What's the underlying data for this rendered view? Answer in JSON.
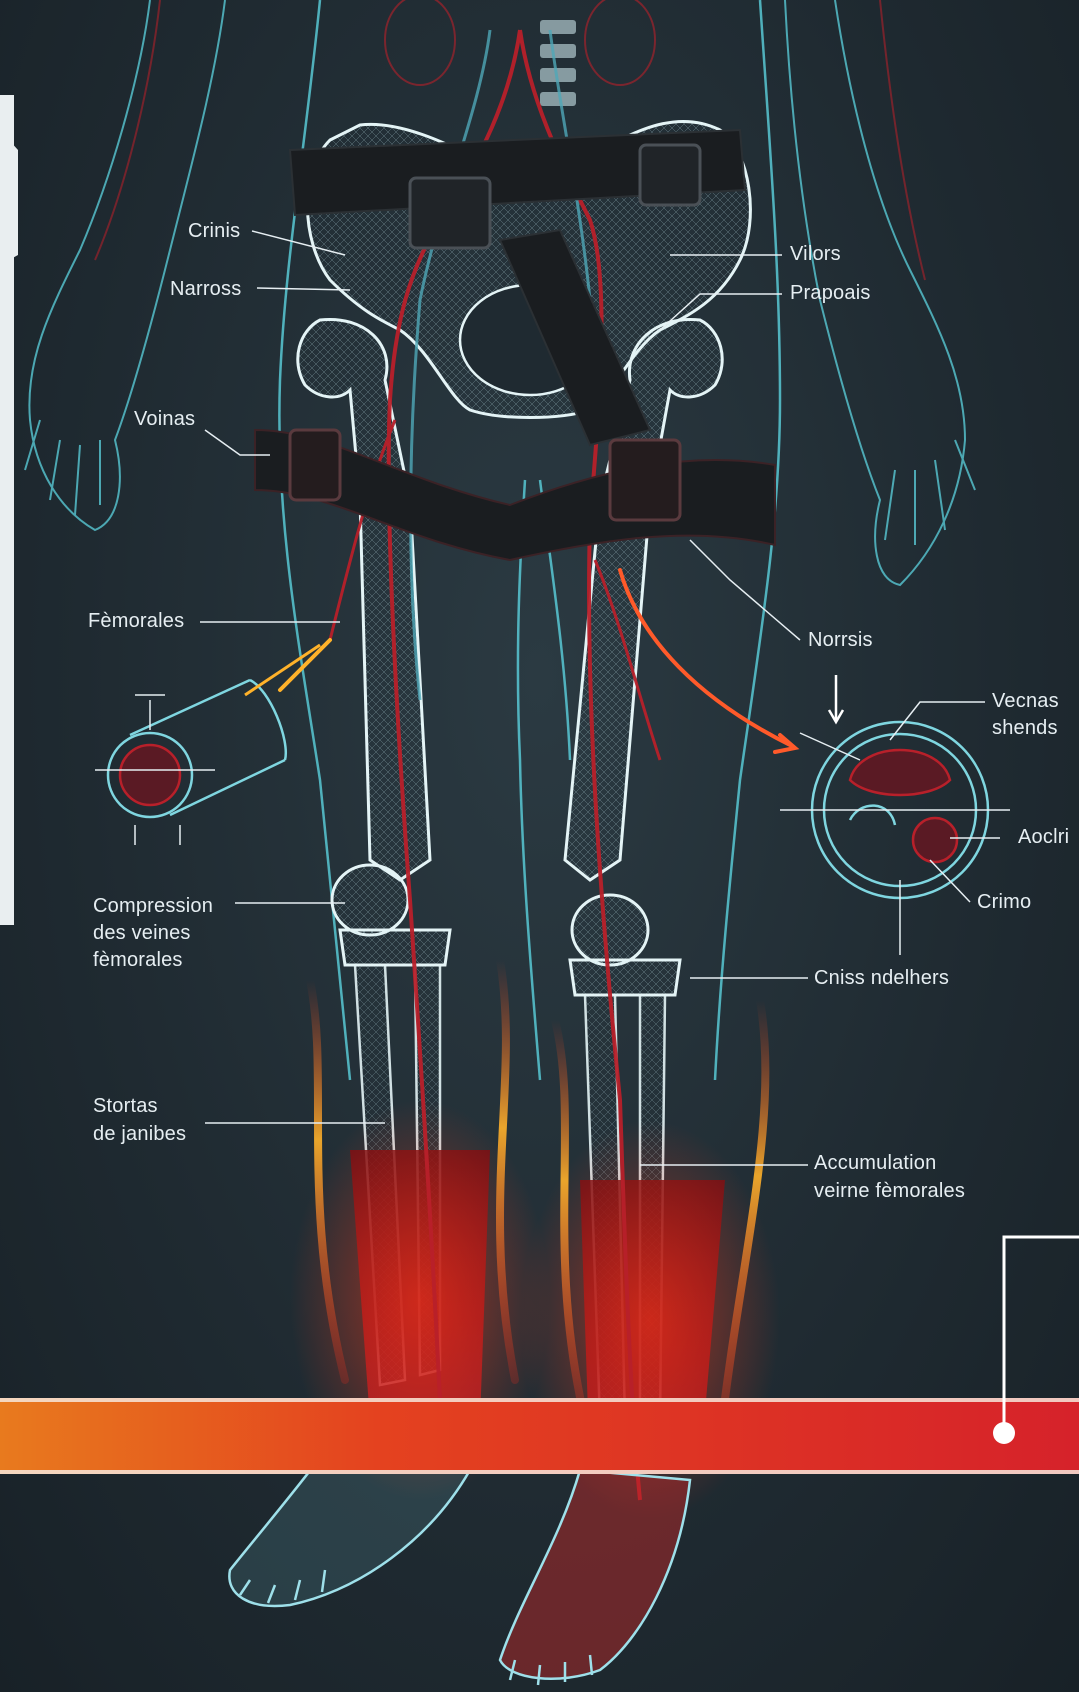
{
  "labels": {
    "crinis": "Crinis",
    "narross": "Narross",
    "voinas": "Voinas",
    "femorales": "Fèmorales",
    "compression_line1": "Compression",
    "compression_line2": "des veines",
    "compression_line3": "fèmorales",
    "stortas_line1": "Stortas",
    "stortas_line2": "de janibes",
    "vilors": "Vilors",
    "prapoais": "Prapoais",
    "norrsis": "Norrsis",
    "vecnas_line1": "Vecnas",
    "vecnas_line2": "shends",
    "aoclri": "Aoclri",
    "crimo": "Crimo",
    "cniss": "Cniss ndelhers",
    "accumulation_line1": "Accumulation",
    "accumulation_line2": "veirne fèmorales"
  },
  "colors": {
    "background": "#1f2a31",
    "outline": "#58c8d4",
    "bone": "#d8eef2",
    "vessel": "#b8202a",
    "strap": "#1a1d20",
    "band_left": "#e06a1c",
    "band_right": "#d8232a",
    "glow": "#ff3a1a",
    "label_text": "#e6eef2"
  },
  "icons": {
    "arrow_down": "arrow-down-icon",
    "dot": "dot-marker-icon"
  }
}
